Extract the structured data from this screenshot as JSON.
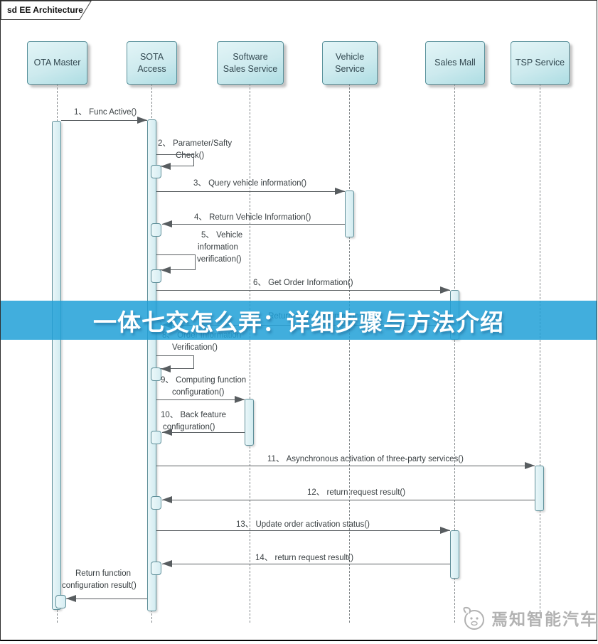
{
  "frame": {
    "label": "sd EE Architecture"
  },
  "lifelines": [
    {
      "label": "OTA Master"
    },
    {
      "label": "SOTA Access"
    },
    {
      "label": "Software Sales Service"
    },
    {
      "label": "Vehicle Service"
    },
    {
      "label": "Sales Mall"
    },
    {
      "label": "TSP Service"
    }
  ],
  "messages": [
    {
      "lines": [
        "1、 Func Active()"
      ],
      "from": "OTA Master",
      "to": "SOTA Access"
    },
    {
      "lines": [
        "2、 Parameter/Safty",
        "Check()"
      ],
      "from": "SOTA Access",
      "to": "SOTA Access"
    },
    {
      "lines": [
        "3、 Query vehicle information()"
      ],
      "from": "SOTA Access",
      "to": "Vehicle Service"
    },
    {
      "lines": [
        "4、 Return Vehicle Information()"
      ],
      "from": "Vehicle Service",
      "to": "SOTA Access"
    },
    {
      "lines": [
        "5、 Vehicle",
        "information",
        "verification()"
      ],
      "from": "SOTA Access",
      "to": "SOTA Access"
    },
    {
      "lines": [
        "6、 Get Order Information()"
      ],
      "from": "SOTA Access",
      "to": "Sales Mall"
    },
    {
      "lines": [
        "7、 Return Order Information()"
      ],
      "from": "Sales Mall",
      "to": "SOTA Access"
    },
    {
      "lines": [
        "8、 Order Information",
        "Verification()"
      ],
      "from": "SOTA Access",
      "to": "SOTA Access"
    },
    {
      "lines": [
        "9、 Computing function",
        "configuration()"
      ],
      "from": "SOTA Access",
      "to": "Software Sales Service"
    },
    {
      "lines": [
        "10、 Back feature",
        "configuration()"
      ],
      "from": "Software Sales Service",
      "to": "SOTA Access"
    },
    {
      "lines": [
        "11、 Asynchronous activation of three-party services()"
      ],
      "from": "SOTA Access",
      "to": "TSP Service"
    },
    {
      "lines": [
        "12、 return request result()"
      ],
      "from": "TSP Service",
      "to": "SOTA Access"
    },
    {
      "lines": [
        "13、 Update order activation status()"
      ],
      "from": "SOTA Access",
      "to": "Sales Mall"
    },
    {
      "lines": [
        "14、 return request result()"
      ],
      "from": "Sales Mall",
      "to": "SOTA Access"
    },
    {
      "lines": [
        "Return function",
        "configuration result()"
      ],
      "from": "SOTA Access",
      "to": "OTA Master"
    }
  ],
  "banner": {
    "text": "一体七交怎么弄：详细步骤与方法介绍",
    "background": "#41AEDD",
    "text_color": "#FFFFFF"
  },
  "watermark": {
    "text": "焉知智能汽车"
  },
  "colors": {
    "lifeline_fill": "#CBE9ED",
    "lifeline_border": "#57909A",
    "message_line": "#595E61",
    "banner_blue": "#41AEDD",
    "watermark_gray": "#B2B2B2"
  }
}
